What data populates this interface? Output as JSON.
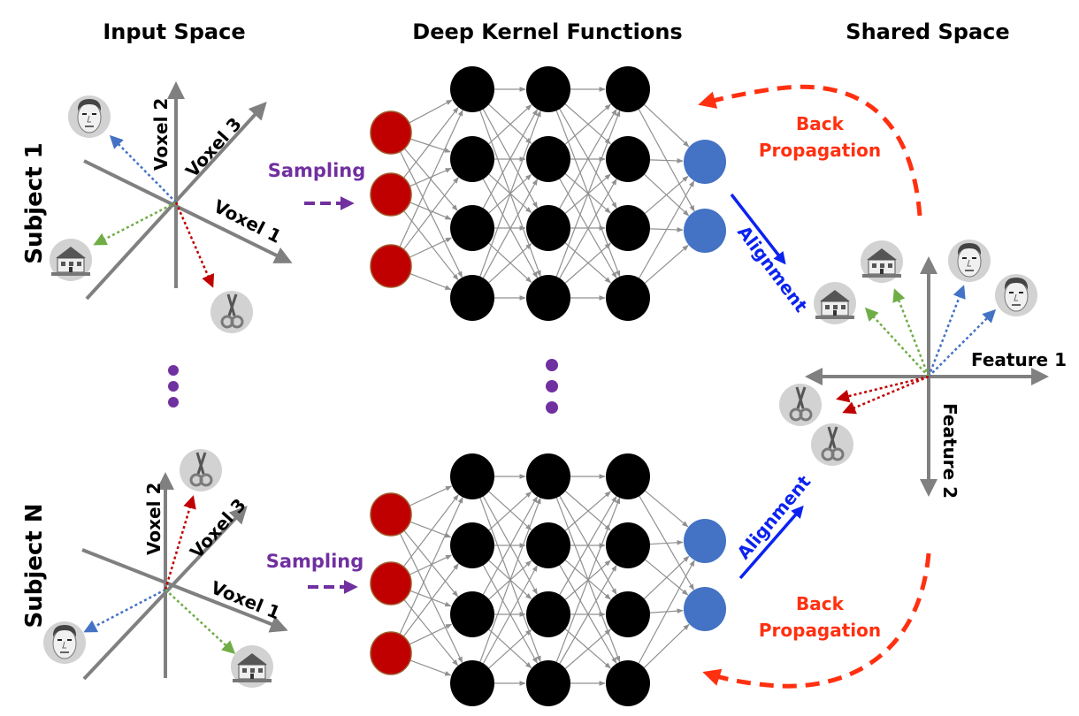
{
  "headers": {
    "input_space": "Input Space",
    "deep_kernel": "Deep Kernel Functions",
    "shared_space": "Shared Space"
  },
  "subjects": {
    "subject_1": "Subject 1",
    "subject_n": "Subject N"
  },
  "axes": {
    "voxel_1": "Voxel 1",
    "voxel_2": "Voxel 2",
    "voxel_3": "Voxel 3",
    "feature_1": "Feature 1",
    "feature_2": "Feature 2"
  },
  "labels": {
    "sampling": "Sampling",
    "alignment": "Alignment",
    "back_propagation_line1": "Back",
    "back_propagation_line2": "Propagation"
  },
  "stimuli": [
    "face",
    "house",
    "scissors"
  ],
  "network": {
    "layer_sizes": [
      3,
      4,
      4,
      4,
      2
    ],
    "layer_colors": [
      "#c00000",
      "#000000",
      "#000000",
      "#000000",
      "#4472c4"
    ]
  },
  "colors": {
    "input_node": "#c00000",
    "hidden_node": "#000000",
    "output_node": "#4472c4",
    "sampling": "#7030a0",
    "alignment": "#0b22f0",
    "back_propagation": "#ff3010",
    "axis": "#808080",
    "face_arrow": "#4472c4",
    "house_arrow": "#70ad47",
    "scissors_arrow": "#c00000"
  }
}
